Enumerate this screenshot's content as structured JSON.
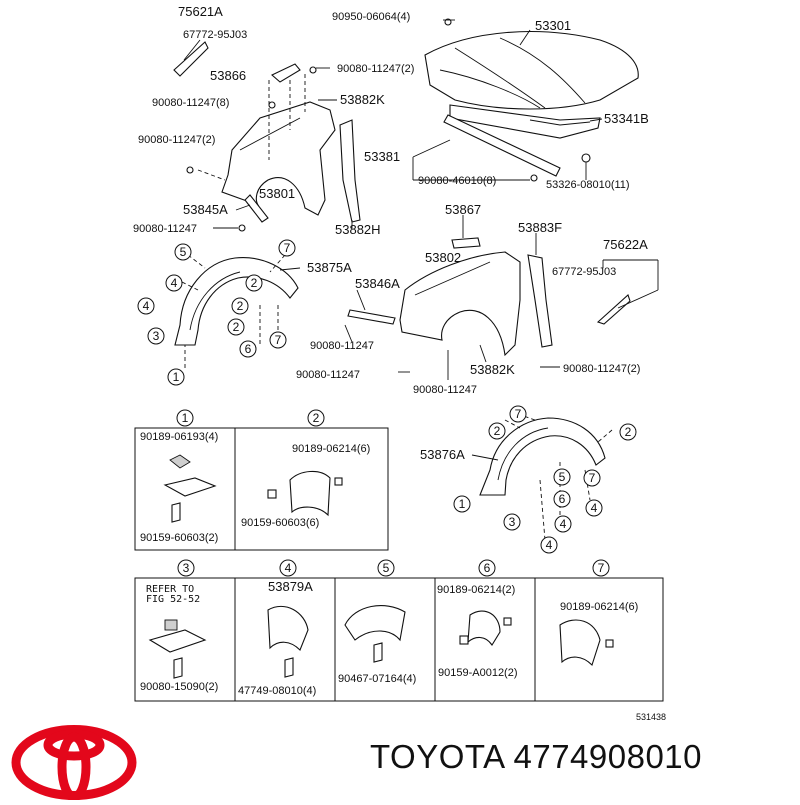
{
  "brand": {
    "name": "TOYOTA",
    "part_number": "4774908010",
    "logo_color": "#e3071b"
  },
  "diagram": {
    "code": "531438",
    "top_labels": {
      "l75621A": "75621A",
      "l67772_95J03_a": "67772-95J03",
      "l53866": "53866",
      "l90950": "90950-06064(4)",
      "l53301": "53301",
      "l90080_11247_2a": "90080-11247(2)",
      "l90080_11247_8": "90080-11247(8)",
      "l53882K_a": "53882K",
      "l90080_11247_2b": "90080-11247(2)",
      "l53341B": "53341B",
      "l53381": "53381",
      "l53801": "53801",
      "l90080_46010": "90080-46010(8)",
      "l53326": "53326-08010(11)",
      "l53845A": "53845A",
      "l90080_11247_a": "90080-11247",
      "l53882H": "53882H",
      "l53867": "53867",
      "l53883F": "53883F",
      "l75622A": "75622A",
      "l53875A": "53875A",
      "l53802": "53802",
      "l67772_95J03_b": "67772-95J03",
      "l53846A": "53846A",
      "l90080_11247_b": "90080-11247",
      "l90080_11247_c": "90080-11247",
      "l53882K_b": "53882K",
      "l90080_11247_2c": "90080-11247(2)",
      "l90080_11247_d": "90080-11247",
      "l53876A": "53876A"
    },
    "callouts": {
      "c1": "1",
      "c2": "2",
      "c3": "3",
      "c4": "4",
      "c5": "5",
      "c6": "6",
      "c7": "7"
    },
    "detail_labels": {
      "d1_top": "90189-06193(4)",
      "d1_bot": "90159-60603(2)",
      "d2_top": "90189-06214(6)",
      "d2_bot": "90159-60603(6)",
      "d3_ref1": "REFER TO",
      "d3_ref2": "FIG 52-52",
      "d3_bot": "90080-15090(2)",
      "d4_top": "53879A",
      "d4_bot": "47749-08010(4)",
      "d5_bot": "90467-07164(4)",
      "d6_top": "90189-06214(2)",
      "d6_bot": "90159-A0012(2)",
      "d7_top": "90189-06214(6)"
    }
  }
}
